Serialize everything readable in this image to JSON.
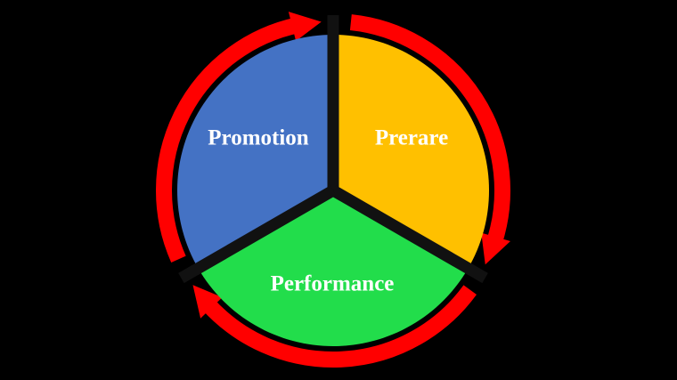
{
  "diagram": {
    "type": "cycle",
    "segments": [
      {
        "label": "Prerare",
        "color": "#FFC000"
      },
      {
        "label": "Performance",
        "color": "#22DD4B"
      },
      {
        "label": "Promotion",
        "color": "#4472C4"
      }
    ],
    "arrow_color": "#FF0000",
    "divider_color": "#111111",
    "background_color": "#000000"
  }
}
